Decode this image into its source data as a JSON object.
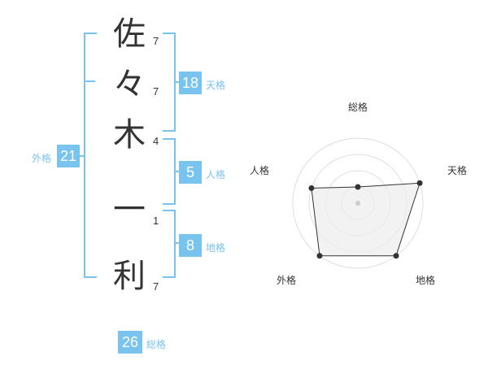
{
  "name": {
    "chars": [
      {
        "char": "佐",
        "strokes": "7"
      },
      {
        "char": "々",
        "strokes": "7"
      },
      {
        "char": "木",
        "strokes": "4"
      },
      {
        "char": "一",
        "strokes": "1"
      },
      {
        "char": "利",
        "strokes": "7"
      }
    ]
  },
  "fortune": {
    "tenkaku": {
      "value": "18",
      "label": "天格"
    },
    "jinkaku": {
      "value": "5",
      "label": "人格"
    },
    "chikaku": {
      "value": "8",
      "label": "地格"
    },
    "gaikaku": {
      "value": "21",
      "label": "外格"
    },
    "soukaku": {
      "value": "26",
      "label": "総格"
    }
  },
  "radar": {
    "labels": {
      "top": "総格",
      "right": "天格",
      "bottom_right": "地格",
      "bottom_left": "外格",
      "left": "人格"
    },
    "levels": 4,
    "values": {
      "soukaku": 1,
      "tenkaku": 4,
      "chikaku": 4,
      "gaikaku": 4,
      "jinkaku": 3
    },
    "colors": {
      "fill": "#eeeeee",
      "line": "#333333",
      "grid": "#dddddd",
      "center": "#cccccc"
    }
  },
  "colors": {
    "accent": "#79c3ef"
  }
}
